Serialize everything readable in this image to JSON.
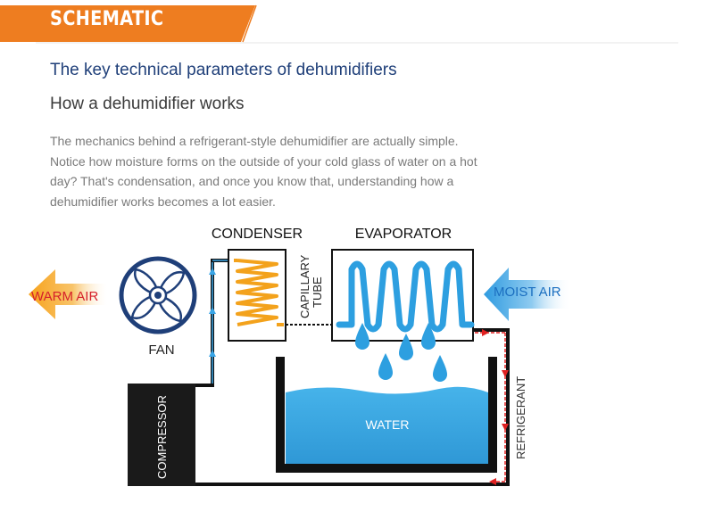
{
  "banner": {
    "title": "SCHEMATIC"
  },
  "headings": {
    "parameters": "The key technical parameters of dehumidifiers",
    "how_it_works": "How a dehumidifier works"
  },
  "intro_lines": [
    "The mechanics behind a refrigerant-style dehumidifier are actually simple.",
    "Notice how moisture forms on the outside of your cold glass of water on a hot",
    "day? That's condensation, and once you know that, understanding how a",
    "dehumidifier works becomes a lot easier."
  ],
  "diagram": {
    "condenser": "CONDENSER",
    "evaporator": "EVAPORATOR",
    "capillary_line1": "CAPILLARY",
    "capillary_line2": "TUBE",
    "warm_air": "WARM AIR",
    "moist_air": "MOIST AIR",
    "fan": "FAN",
    "compressor": "COMPRESSOR",
    "water": "WATER",
    "refrigerant": "REFRIGERANT"
  },
  "colors": {
    "banner_orange": "#ee7d20",
    "heading_blue": "#1f3f79",
    "coil_orange": "#f3a21c",
    "coil_blue": "#2d9fe0",
    "water_blue": "#37a9e1",
    "warm_air_red": "#d6202b",
    "moist_air_blue": "#1b7fd0",
    "refrigerant_red": "#e02020"
  }
}
